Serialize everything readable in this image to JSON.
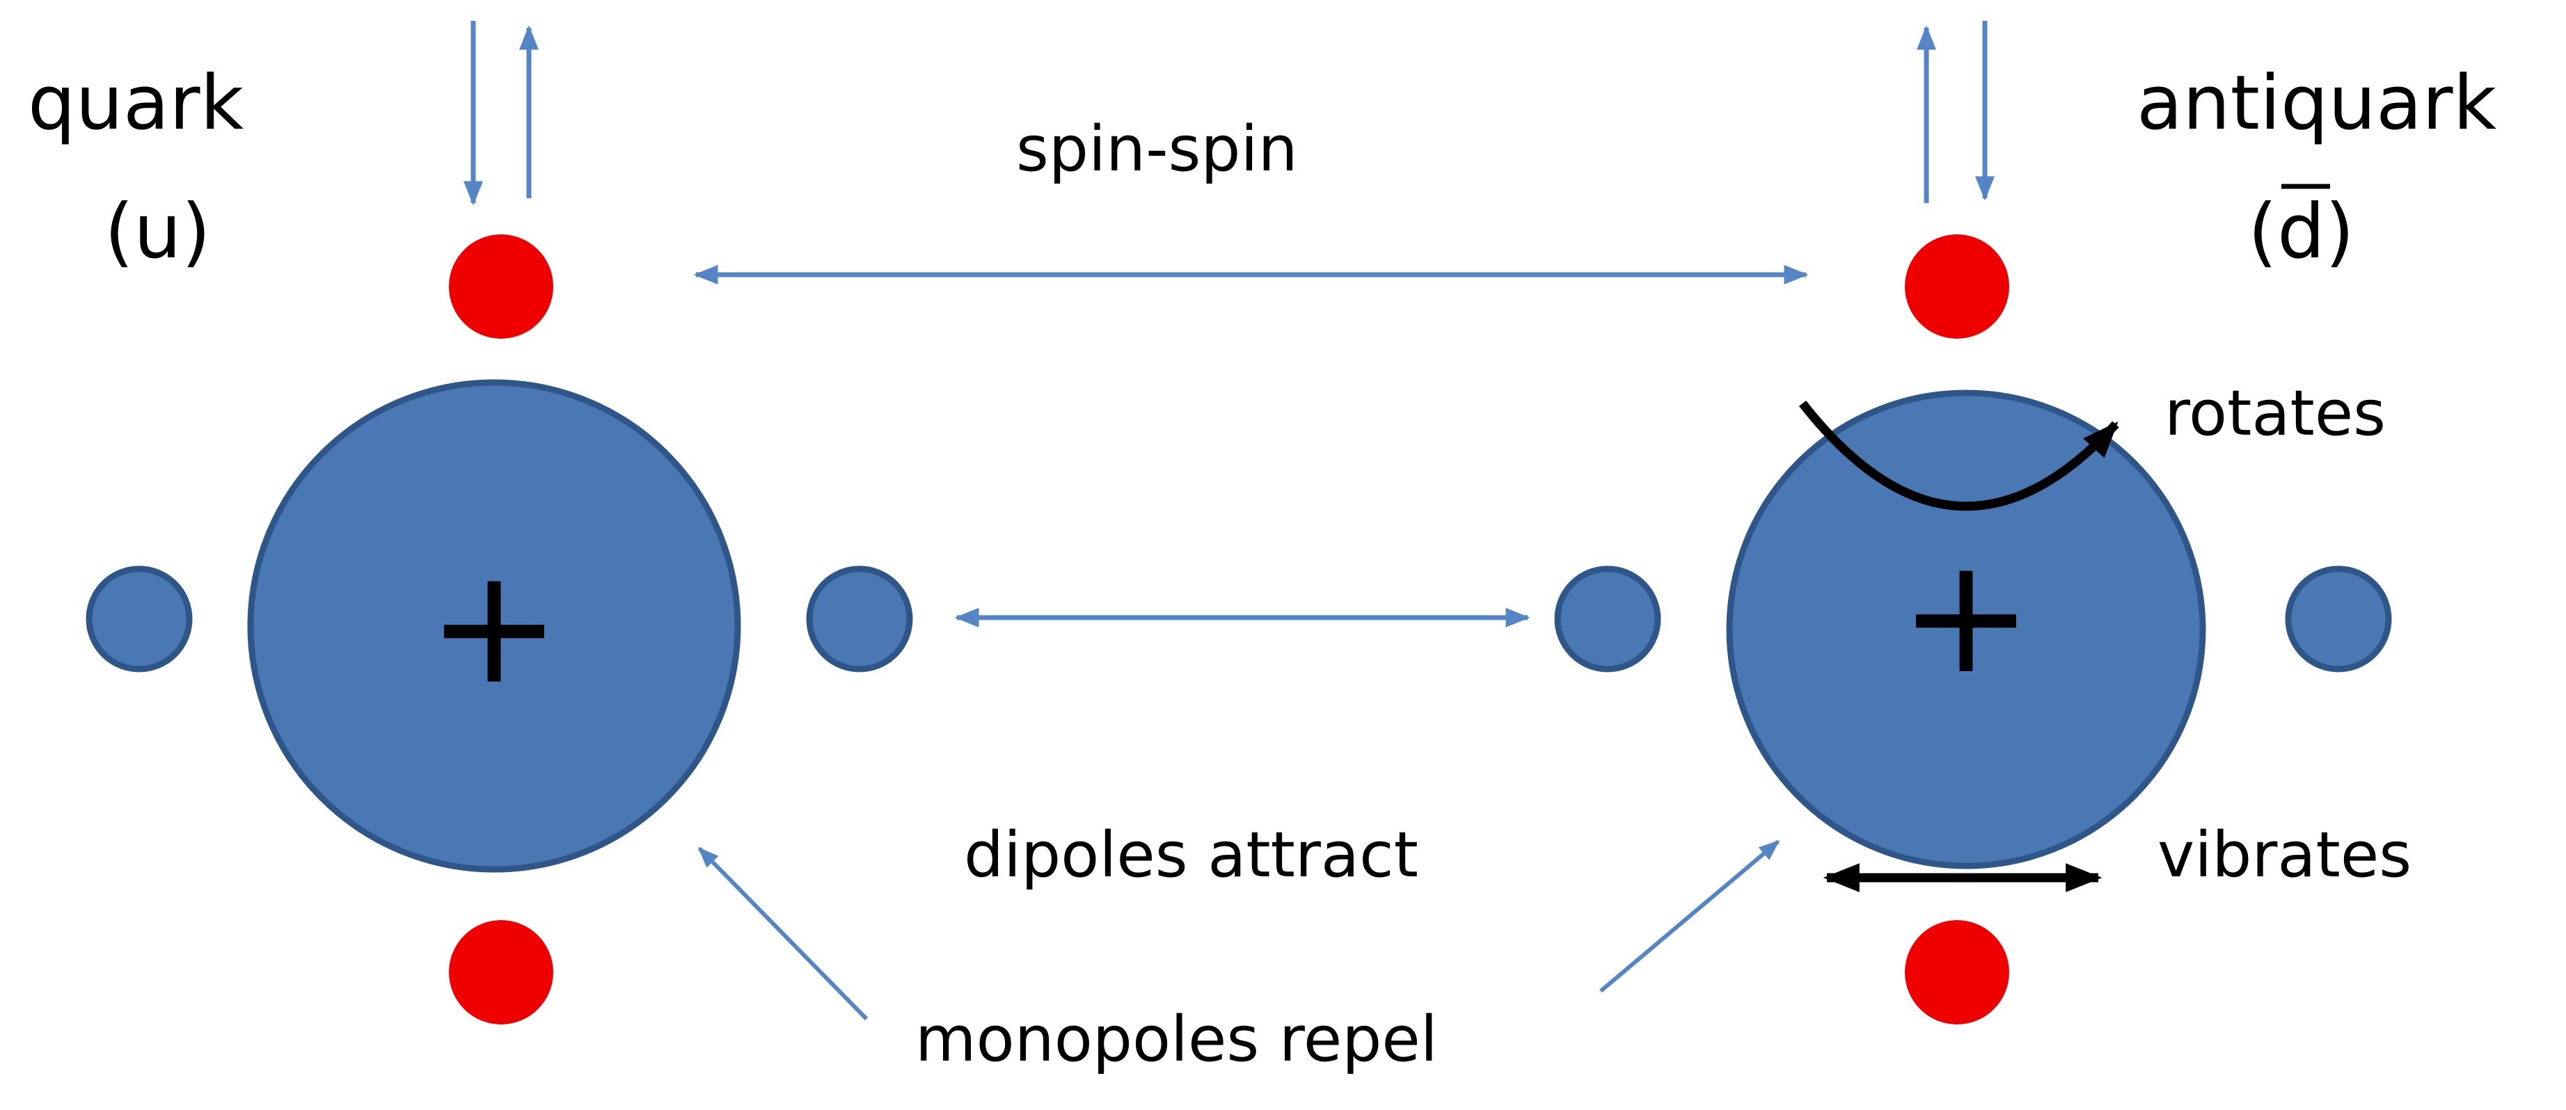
{
  "labels": {
    "quark": "quark",
    "quark_flavor": "(u)",
    "antiquark": "antiquark",
    "antiquark_flavor": "(d)",
    "spin_spin": "spin-spin",
    "rotates": "rotates",
    "dipoles_attract": "dipoles attract",
    "vibrates": "vibrates",
    "monopoles_repel": "monopoles repel",
    "plus_sign": "+"
  },
  "colors": {
    "large_sphere": "#4a78b5",
    "large_sphere_stroke": "#2f5688",
    "small_sphere": "#4a78b5",
    "monopole_dot": "#ee0000",
    "arrow_blue": "#5585c4",
    "arrow_black": "#000000",
    "text": "#000000"
  },
  "icons": {
    "spin_arrows": "up-down-arrow-pair",
    "interaction_arrows": "double-headed-arrow",
    "motion_arrows": "curved-arrow-and-double-headed-arrow"
  }
}
